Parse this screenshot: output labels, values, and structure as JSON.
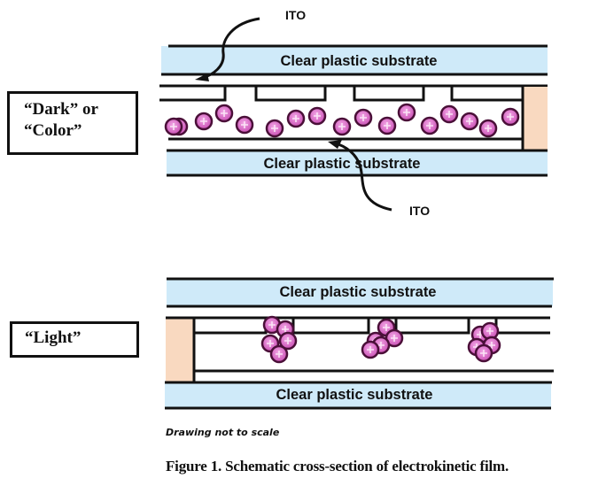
{
  "states": {
    "dark": {
      "line1": "“Dark” or",
      "line2": "“Color”"
    },
    "light": {
      "label": "“Light”"
    }
  },
  "labels": {
    "substrate": "Clear plastic substrate",
    "ito_top": "ITO",
    "ito_bottom": "ITO",
    "particle_symbol": "+"
  },
  "note": "Drawing not to scale",
  "caption": "Figure 1. Schematic cross-section of electrokinetic film.",
  "colors": {
    "substrate_fill": "#cfeaf9",
    "spacer_fill": "#f9d9c0",
    "particle_fill": "#e37fd2",
    "particle_outline": "#4a0f38",
    "line": "#111111"
  },
  "dark_state_particle_count": 17,
  "light_state_cluster_count": 3
}
